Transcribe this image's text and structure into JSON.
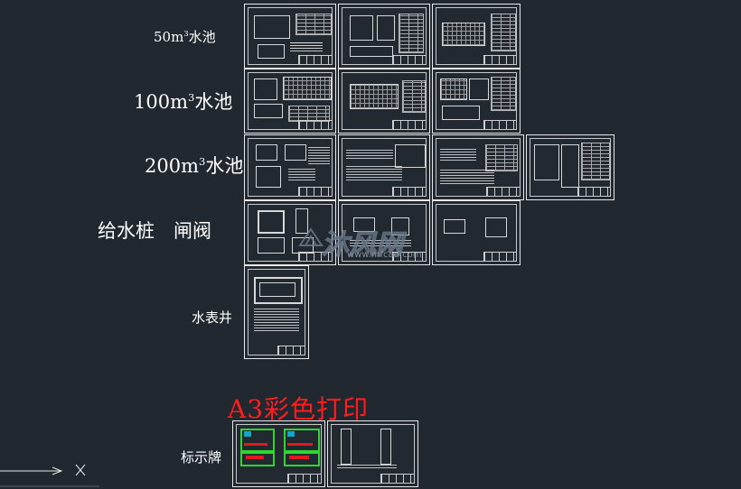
{
  "row_labels": {
    "pool_50": {
      "prefix": "50m",
      "sup": "3",
      "suffix": "水池"
    },
    "pool_100": {
      "prefix": "100m",
      "sup": "3",
      "suffix": "水池"
    },
    "pool_200": {
      "prefix": "200m",
      "sup": "3",
      "suffix": "水池"
    },
    "hydrant_valve": "给水桩　闸阀",
    "meter_well": "水表井",
    "sign": "标示牌"
  },
  "print_note": "A3彩色打印",
  "watermark": {
    "text": "沐风网",
    "url": "www.mfcad.com"
  },
  "colors": {
    "background": "#212830",
    "lines": "#e8e8e8",
    "print_note": "#ff1d1d",
    "highlight_green": "#2fd62f",
    "highlight_red": "#e01a1a",
    "highlight_cyan": "#12a6c8"
  },
  "icons": [
    "ucs-axis-icon",
    "ucs-x-marker-icon",
    "watermark-logo-icon"
  ]
}
